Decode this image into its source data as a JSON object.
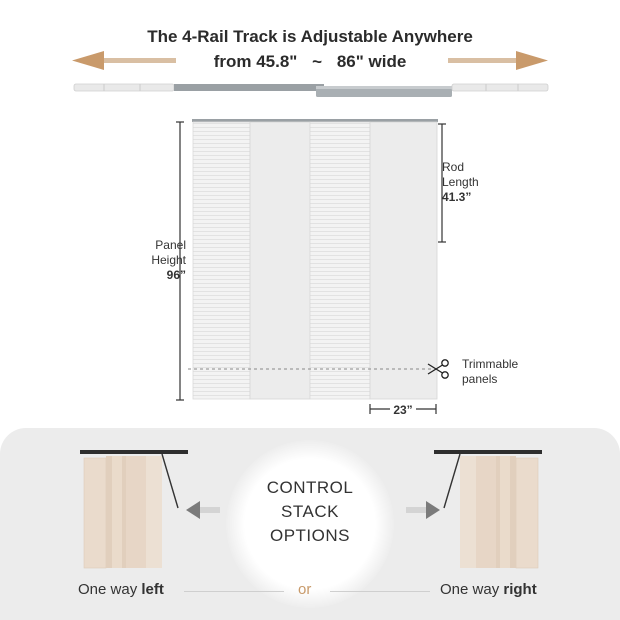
{
  "header": {
    "title_line1": "The 4-Rail Track is Adjustable Anywhere",
    "width_min": "from 45.8\"",
    "width_sep": "~",
    "width_max": "86\" wide"
  },
  "dimensions": {
    "panel_height_label_1": "Panel",
    "panel_height_label_2": "Height",
    "panel_height_value": "96”",
    "rod_length_label_1": "Rod",
    "rod_length_label_2": "Length",
    "rod_length_value": "41.3”",
    "trim_label_1": "Trimmable",
    "trim_label_2": "panels",
    "panel_width_value": "23”"
  },
  "control": {
    "line1": "CONTROL",
    "line2": "STACK",
    "line3": "OPTIONS"
  },
  "options": {
    "left_prefix": "One way ",
    "left_bold": "left",
    "or": "or",
    "right_prefix": "One way ",
    "right_bold": "right"
  },
  "colors": {
    "arrow_tan": "#c99a6b",
    "panel_beige": "#eee0d2",
    "panel_white": "#f4f4f4",
    "track_gray": "#9aa0a4"
  }
}
